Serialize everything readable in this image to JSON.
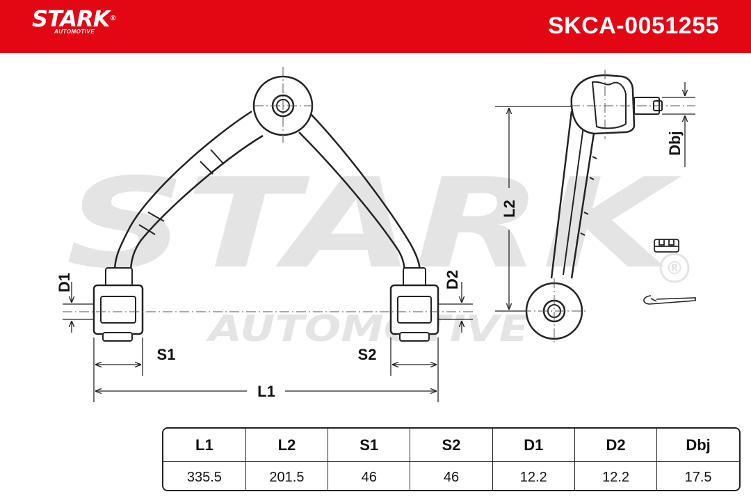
{
  "header": {
    "brand": "STARK",
    "brand_mark": "®",
    "brand_sub": "AUTOMOTIVE",
    "part_number": "SKCA-0051255",
    "color": "#e30613"
  },
  "watermark": {
    "main": "STARK",
    "sub": "AUTOMOTIVE",
    "mark": "®"
  },
  "dimensions": {
    "L1": "L1",
    "L2": "L2",
    "S1": "S1",
    "S2": "S2",
    "D1": "D1",
    "D2": "D2",
    "Dbj": "Dbj"
  },
  "spec_table": {
    "headers": [
      "L1",
      "L2",
      "S1",
      "S2",
      "D1",
      "D2",
      "Dbj"
    ],
    "values": [
      "335.5",
      "201.5",
      "46",
      "46",
      "12.2",
      "12.2",
      "17.5"
    ]
  }
}
